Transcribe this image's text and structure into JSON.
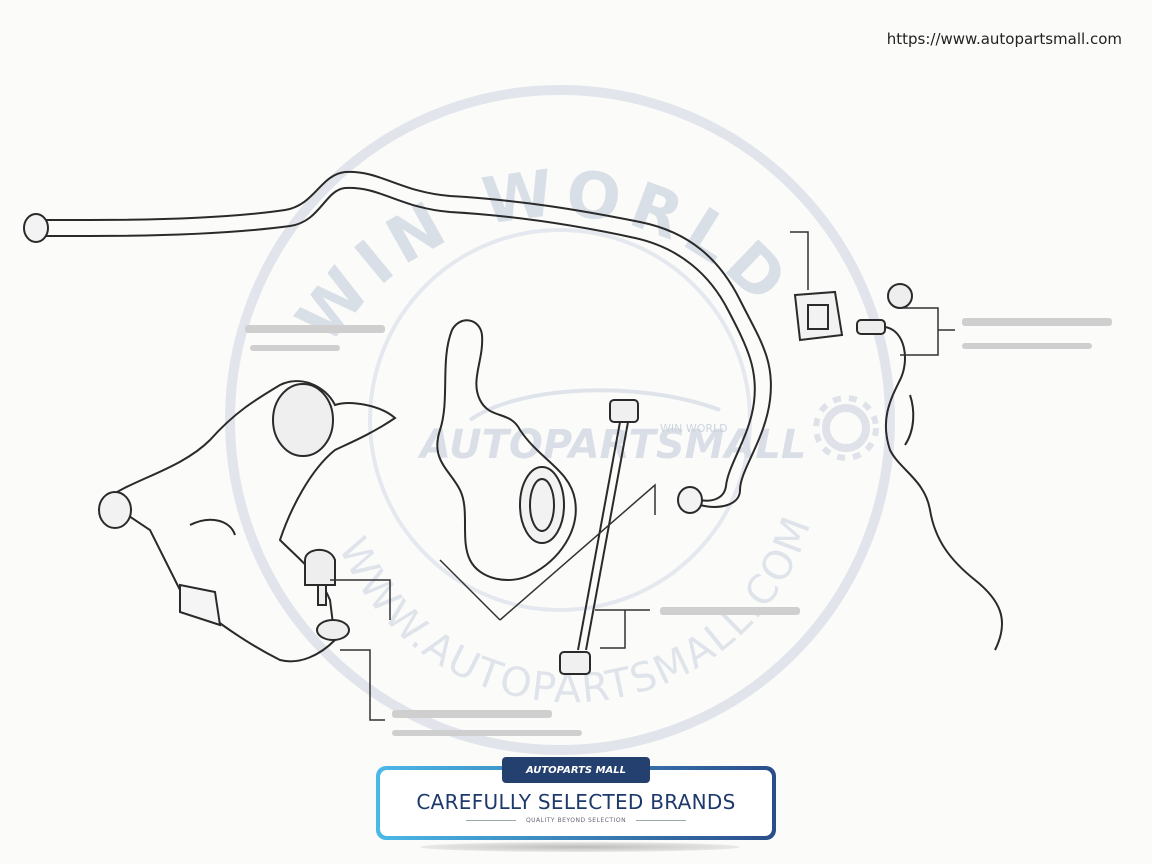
{
  "header": {
    "url": "https://www.autopartsmall.com"
  },
  "watermark": {
    "ring_top_text": "WIN WORLD",
    "ring_bottom_text": "WWW.AUTOPARTSMALL.COM",
    "center_logo_text": "AUTOPARTSMALL",
    "center_logo_small": "WIN WORLD"
  },
  "banner": {
    "badge_text": "AUTOPARTS MALL",
    "title": "CAREFULLY SELECTED BRANDS",
    "subtitle": "QUALITY BEYOND SELECTION"
  },
  "colors": {
    "line": "#2a2a2a",
    "watermark": "#d5dbe3",
    "banner_dark": "#24406f",
    "banner_light": "#4bb8e8"
  }
}
